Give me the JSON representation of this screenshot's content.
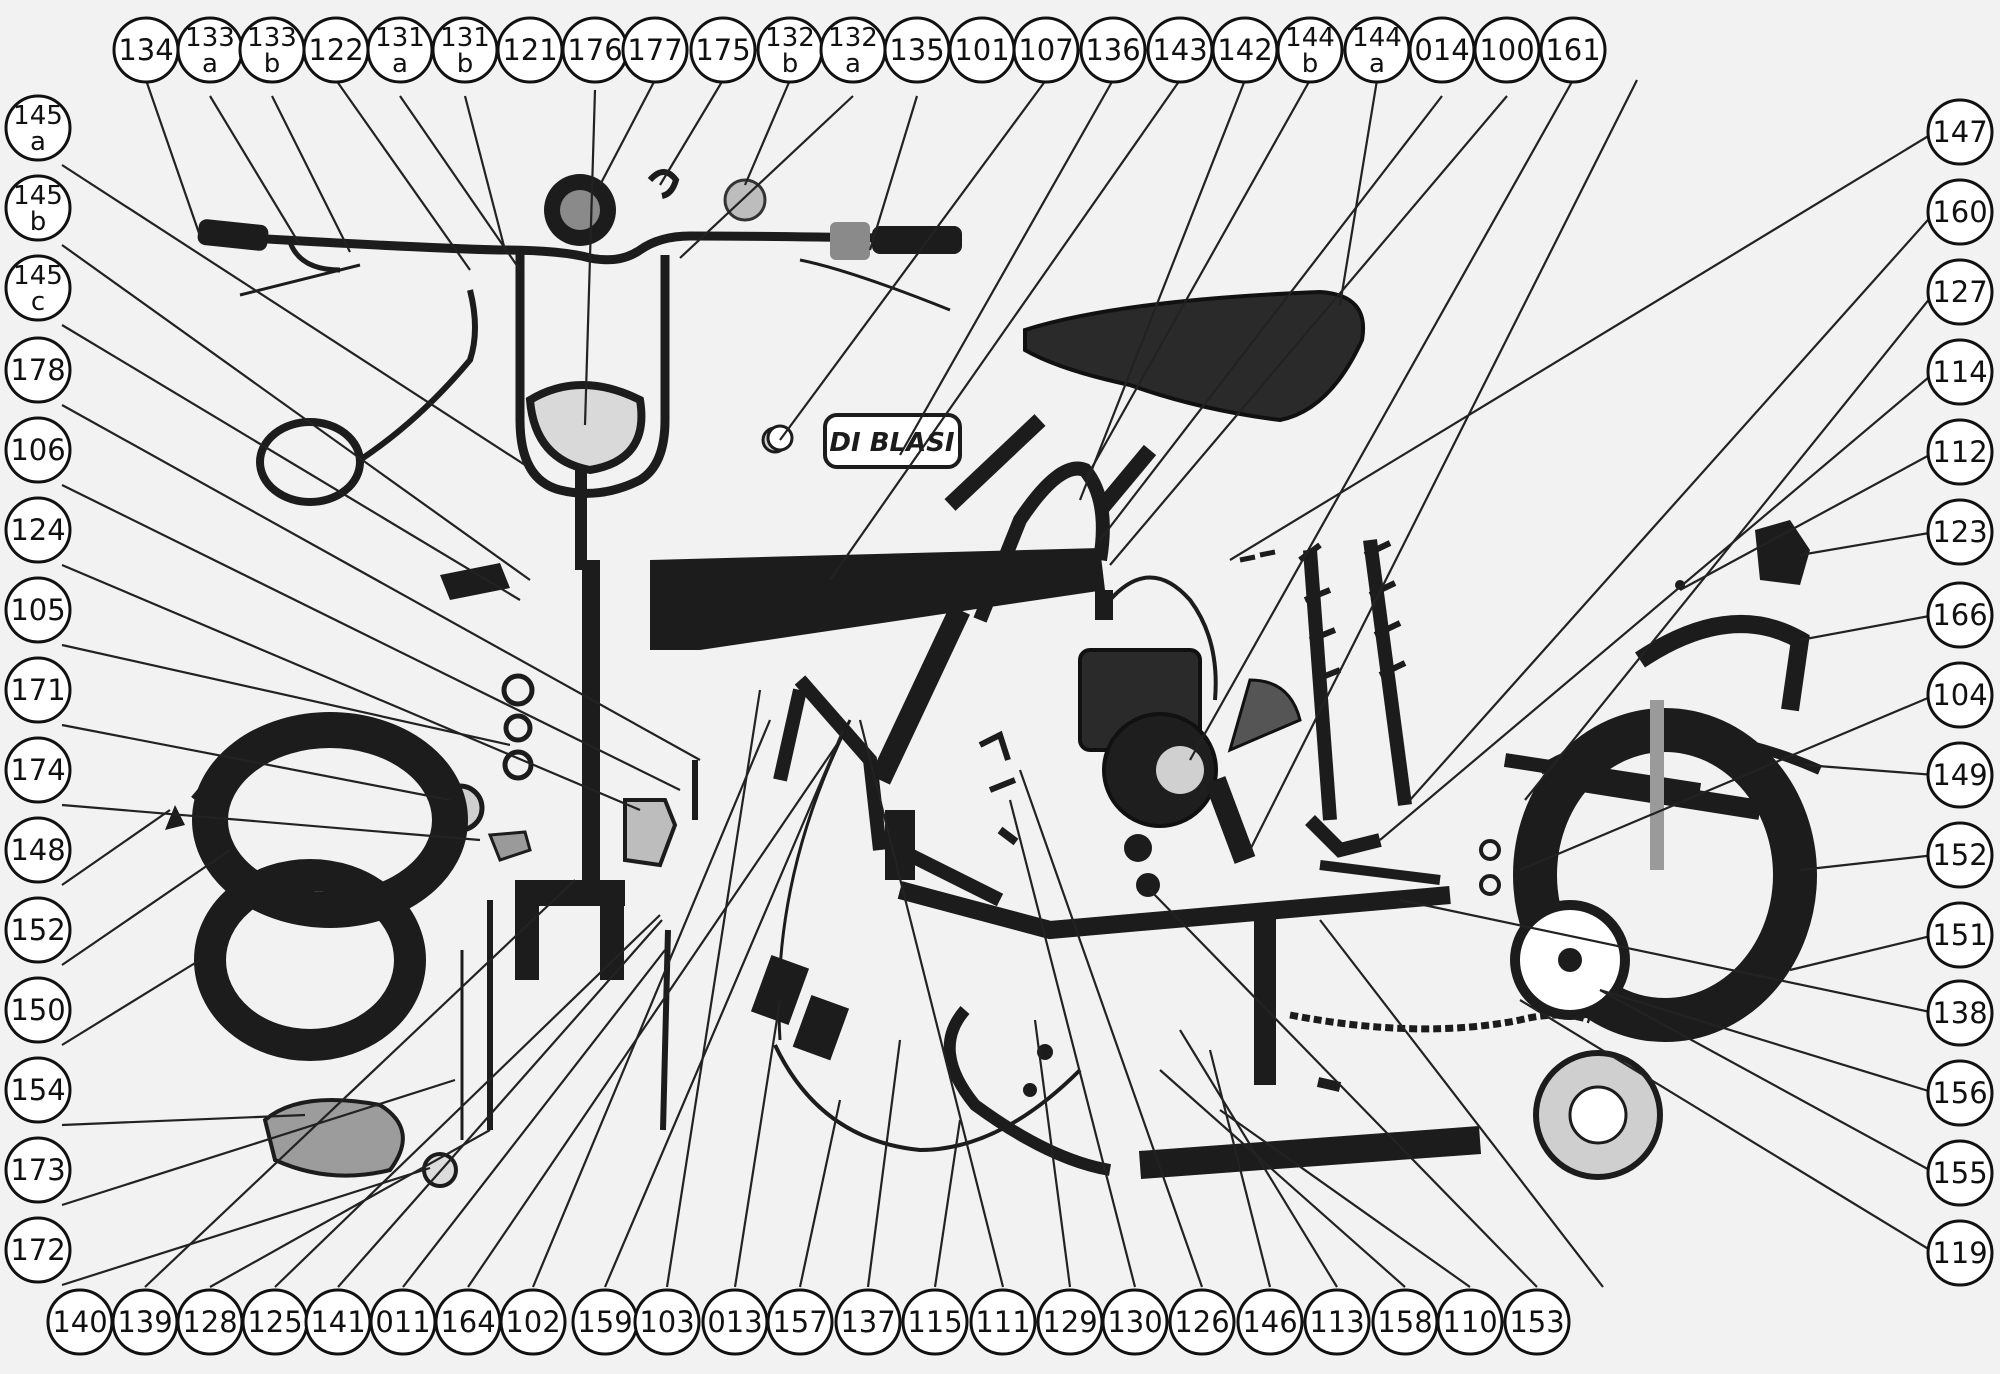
{
  "colors": {
    "background": "#f2f2f2",
    "ink": "#1c1c1c",
    "label_fill": "#ffffff"
  },
  "brand": {
    "text": "DI BLASI"
  },
  "labels": [
    {
      "id": "134",
      "lines": [
        "134"
      ]
    },
    {
      "id": "133a",
      "lines": [
        "133",
        "a"
      ]
    },
    {
      "id": "133b",
      "lines": [
        "133",
        "b"
      ]
    },
    {
      "id": "122",
      "lines": [
        "122"
      ]
    },
    {
      "id": "131a",
      "lines": [
        "131",
        "a"
      ]
    },
    {
      "id": "131b",
      "lines": [
        "131",
        "b"
      ]
    },
    {
      "id": "121",
      "lines": [
        "121"
      ]
    },
    {
      "id": "176",
      "lines": [
        "176"
      ]
    },
    {
      "id": "177",
      "lines": [
        "177"
      ]
    },
    {
      "id": "175",
      "lines": [
        "175"
      ]
    },
    {
      "id": "132b",
      "lines": [
        "132",
        "b"
      ]
    },
    {
      "id": "132a",
      "lines": [
        "132",
        "a"
      ]
    },
    {
      "id": "135",
      "lines": [
        "135"
      ]
    },
    {
      "id": "101",
      "lines": [
        "101"
      ]
    },
    {
      "id": "107",
      "lines": [
        "107"
      ]
    },
    {
      "id": "136",
      "lines": [
        "136"
      ]
    },
    {
      "id": "143",
      "lines": [
        "143"
      ]
    },
    {
      "id": "142",
      "lines": [
        "142"
      ]
    },
    {
      "id": "144b",
      "lines": [
        "144",
        "b"
      ]
    },
    {
      "id": "144a",
      "lines": [
        "144",
        "a"
      ]
    },
    {
      "id": "014",
      "lines": [
        "014"
      ]
    },
    {
      "id": "100",
      "lines": [
        "100"
      ]
    },
    {
      "id": "161",
      "lines": [
        "161"
      ]
    },
    {
      "id": "145a",
      "lines": [
        "145",
        "a"
      ]
    },
    {
      "id": "145b",
      "lines": [
        "145",
        "b"
      ]
    },
    {
      "id": "145c",
      "lines": [
        "145",
        "c"
      ]
    },
    {
      "id": "178",
      "lines": [
        "178"
      ]
    },
    {
      "id": "106",
      "lines": [
        "106"
      ]
    },
    {
      "id": "124",
      "lines": [
        "124"
      ]
    },
    {
      "id": "105",
      "lines": [
        "105"
      ]
    },
    {
      "id": "171",
      "lines": [
        "171"
      ]
    },
    {
      "id": "174",
      "lines": [
        "174"
      ]
    },
    {
      "id": "148",
      "lines": [
        "148"
      ]
    },
    {
      "id": "152L",
      "lines": [
        "152"
      ]
    },
    {
      "id": "150",
      "lines": [
        "150"
      ]
    },
    {
      "id": "154",
      "lines": [
        "154"
      ]
    },
    {
      "id": "173",
      "lines": [
        "173"
      ]
    },
    {
      "id": "172",
      "lines": [
        "172"
      ]
    },
    {
      "id": "147",
      "lines": [
        "147"
      ]
    },
    {
      "id": "160",
      "lines": [
        "160"
      ]
    },
    {
      "id": "127",
      "lines": [
        "127"
      ]
    },
    {
      "id": "114",
      "lines": [
        "114"
      ]
    },
    {
      "id": "112",
      "lines": [
        "112"
      ]
    },
    {
      "id": "123",
      "lines": [
        "123"
      ]
    },
    {
      "id": "166",
      "lines": [
        "166"
      ]
    },
    {
      "id": "104",
      "lines": [
        "104"
      ]
    },
    {
      "id": "149",
      "lines": [
        "149"
      ]
    },
    {
      "id": "152R",
      "lines": [
        "152"
      ]
    },
    {
      "id": "151",
      "lines": [
        "151"
      ]
    },
    {
      "id": "138",
      "lines": [
        "138"
      ]
    },
    {
      "id": "156",
      "lines": [
        "156"
      ]
    },
    {
      "id": "155",
      "lines": [
        "155"
      ]
    },
    {
      "id": "119",
      "lines": [
        "119"
      ]
    },
    {
      "id": "140",
      "lines": [
        "140"
      ]
    },
    {
      "id": "139",
      "lines": [
        "139"
      ]
    },
    {
      "id": "128",
      "lines": [
        "128"
      ]
    },
    {
      "id": "125",
      "lines": [
        "125"
      ]
    },
    {
      "id": "141",
      "lines": [
        "141"
      ]
    },
    {
      "id": "011",
      "lines": [
        "011"
      ]
    },
    {
      "id": "164",
      "lines": [
        "164"
      ]
    },
    {
      "id": "102",
      "lines": [
        "102"
      ]
    },
    {
      "id": "159",
      "lines": [
        "159"
      ]
    },
    {
      "id": "103",
      "lines": [
        "103"
      ]
    },
    {
      "id": "013",
      "lines": [
        "013"
      ]
    },
    {
      "id": "157",
      "lines": [
        "157"
      ]
    },
    {
      "id": "137",
      "lines": [
        "137"
      ]
    },
    {
      "id": "115",
      "lines": [
        "115"
      ]
    },
    {
      "id": "111",
      "lines": [
        "111"
      ]
    },
    {
      "id": "129",
      "lines": [
        "129"
      ]
    },
    {
      "id": "130",
      "lines": [
        "130"
      ]
    },
    {
      "id": "126",
      "lines": [
        "126"
      ]
    },
    {
      "id": "146",
      "lines": [
        "146"
      ]
    },
    {
      "id": "113",
      "lines": [
        "113"
      ]
    },
    {
      "id": "158",
      "lines": [
        "158"
      ]
    },
    {
      "id": "110",
      "lines": [
        "110"
      ]
    },
    {
      "id": "153",
      "lines": [
        "153"
      ]
    }
  ]
}
